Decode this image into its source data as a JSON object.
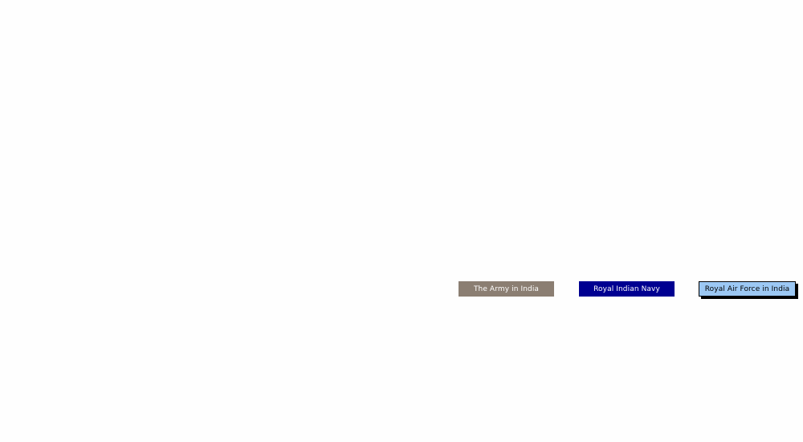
{
  "nav": {
    "army_label": "The Army in India",
    "navy_label": "Royal Indian Navy",
    "raf_label": "Royal Air Force in India"
  },
  "colors": {
    "army": "#8b7e72",
    "navy": "#000091",
    "raf": "#9cc8f4"
  }
}
